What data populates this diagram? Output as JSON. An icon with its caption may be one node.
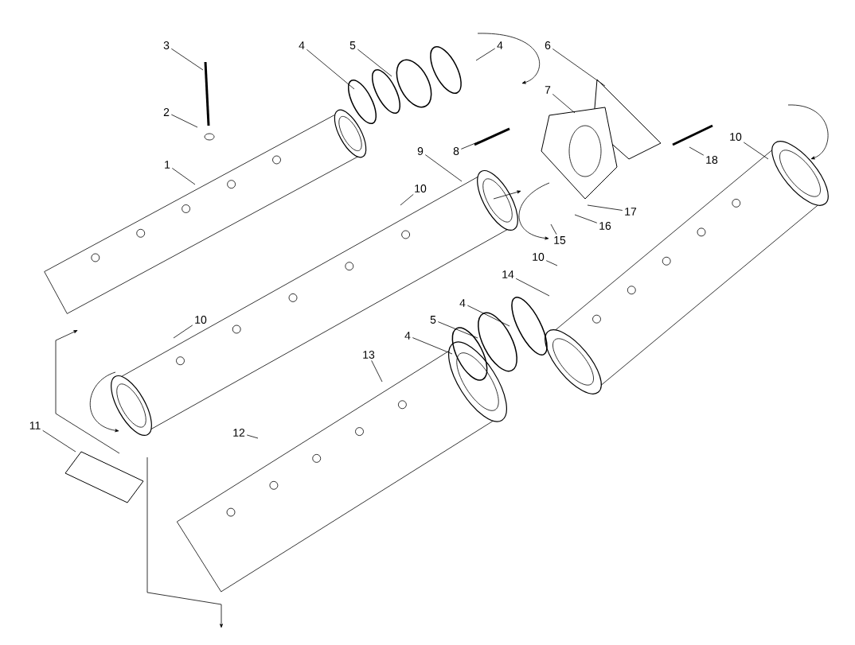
{
  "diagram": {
    "nodes": [
      {
        "text": [
          "3"
        ]
      },
      {
        "text": [
          "2"
        ]
      },
      {
        "text": [
          "1"
        ]
      },
      {
        "text": [
          "4"
        ]
      },
      {
        "text": [
          "5"
        ]
      },
      {
        "text": [
          "4"
        ]
      },
      {
        "text": [
          "6"
        ]
      },
      {
        "text": [
          "7"
        ]
      },
      {
        "text": [
          "8"
        ]
      },
      {
        "text": [
          "9"
        ]
      },
      {
        "text": [
          "10"
        ]
      },
      {
        "text": [
          "18"
        ]
      },
      {
        "text": [
          "10"
        ]
      },
      {
        "text": [
          "17"
        ]
      },
      {
        "text": [
          "16"
        ]
      },
      {
        "text": [
          "15"
        ]
      },
      {
        "text": [
          "10"
        ]
      },
      {
        "text": [
          "14"
        ]
      },
      {
        "text": [
          "4"
        ]
      },
      {
        "text": [
          "5"
        ]
      },
      {
        "text": [
          "4"
        ]
      },
      {
        "text": [
          "10"
        ]
      },
      {
        "text": [
          "13"
        ]
      },
      {
        "text": [
          "11"
        ]
      },
      {
        "text": [
          "12"
        ]
      }
    ],
    "edges": [
      {
        "from": 0,
        "to": null,
        "arrow": "none"
      },
      {
        "from": 1,
        "to": null,
        "arrow": "none"
      },
      {
        "from": 2,
        "to": null,
        "arrow": "none"
      },
      {
        "from": 3,
        "to": null,
        "arrow": "none"
      },
      {
        "from": 4,
        "to": null,
        "arrow": "none"
      },
      {
        "from": 5,
        "to": null,
        "arrow": "none"
      },
      {
        "from": 6,
        "to": null,
        "arrow": "none"
      },
      {
        "from": 7,
        "to": null,
        "arrow": "none"
      },
      {
        "from": 8,
        "to": null,
        "arrow": "none"
      },
      {
        "from": 9,
        "to": null,
        "arrow": "none"
      },
      {
        "from": 10,
        "to": null,
        "arrow": "none"
      },
      {
        "from": 11,
        "to": null,
        "arrow": "none"
      },
      {
        "from": 12,
        "to": null,
        "arrow": "none"
      },
      {
        "from": 13,
        "to": null,
        "arrow": "none"
      },
      {
        "from": 14,
        "to": null,
        "arrow": "none"
      },
      {
        "from": 15,
        "to": null,
        "arrow": "none"
      },
      {
        "from": 16,
        "to": null,
        "arrow": "none"
      },
      {
        "from": 17,
        "to": null,
        "arrow": "none"
      },
      {
        "from": 18,
        "to": null,
        "arrow": "none"
      },
      {
        "from": 19,
        "to": null,
        "arrow": "none"
      },
      {
        "from": 20,
        "to": null,
        "arrow": "none"
      },
      {
        "from": 21,
        "to": null,
        "arrow": "none"
      },
      {
        "from": 22,
        "to": null,
        "arrow": "none"
      },
      {
        "from": 23,
        "to": null,
        "arrow": "none"
      },
      {
        "from": 24,
        "to": null,
        "arrow": "none"
      }
    ]
  }
}
